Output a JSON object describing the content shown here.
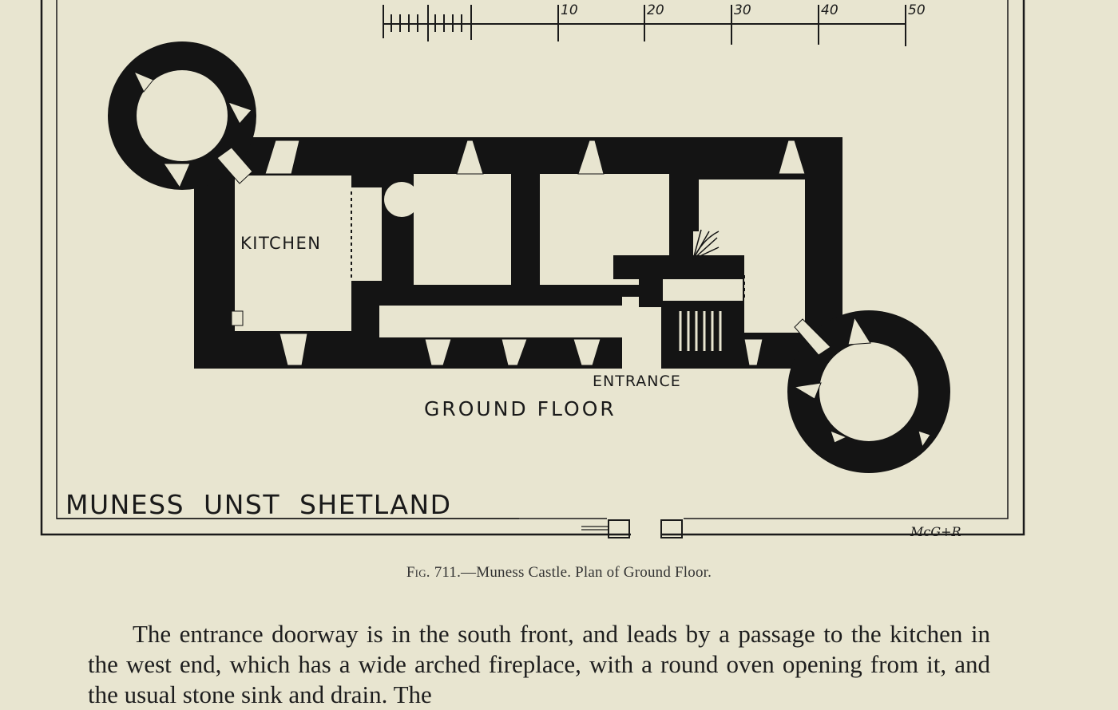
{
  "figure": {
    "scale_ticks": [
      "10",
      "20",
      "30",
      "40",
      "50"
    ],
    "room_label": "KITCHEN",
    "entrance_label": "ENTRANCE",
    "floor_label": "GROUND FLOOR",
    "place_title": "MUNESS  UNST  SHETLAND",
    "signature": "McG+R",
    "caption_prefix": "Fig. 711.",
    "caption_text": "—Muness Castle.  Plan of Ground Floor."
  },
  "body_text": "The entrance doorway is in the south front, and leads by a passage to the kitchen in the west end, which has a wide arched fireplace, with a round oven opening from it, and the usual stone sink and drain. The"
}
